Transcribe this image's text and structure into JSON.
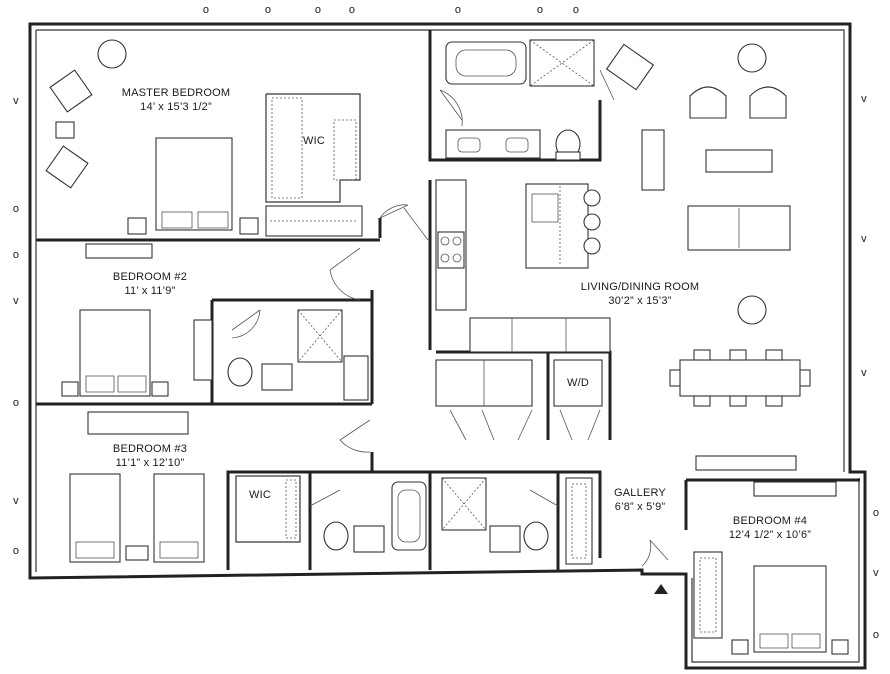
{
  "rooms": {
    "master_bedroom": {
      "name": "MASTER BEDROOM",
      "dims": "14’ x 15’3 1/2”"
    },
    "bedroom_2": {
      "name": "BEDROOM #2",
      "dims": "11’ x 11’9”"
    },
    "bedroom_3": {
      "name": "BEDROOM #3",
      "dims": "11’1” x 12’10”"
    },
    "bedroom_4": {
      "name": "BEDROOM #4",
      "dims": "12’4 1/2” x 10’6”"
    },
    "living_dining": {
      "name": "LIVING/DINING ROOM",
      "dims": "30’2” x 15’3”"
    },
    "gallery": {
      "name": "GALLERY",
      "dims": "6’8” x 5’9”"
    },
    "wic_master": {
      "name": "WIC"
    },
    "wic_bed3": {
      "name": "WIC"
    },
    "laundry": {
      "name": "W/D"
    }
  },
  "markers": {
    "column": "o",
    "vent": "v"
  }
}
